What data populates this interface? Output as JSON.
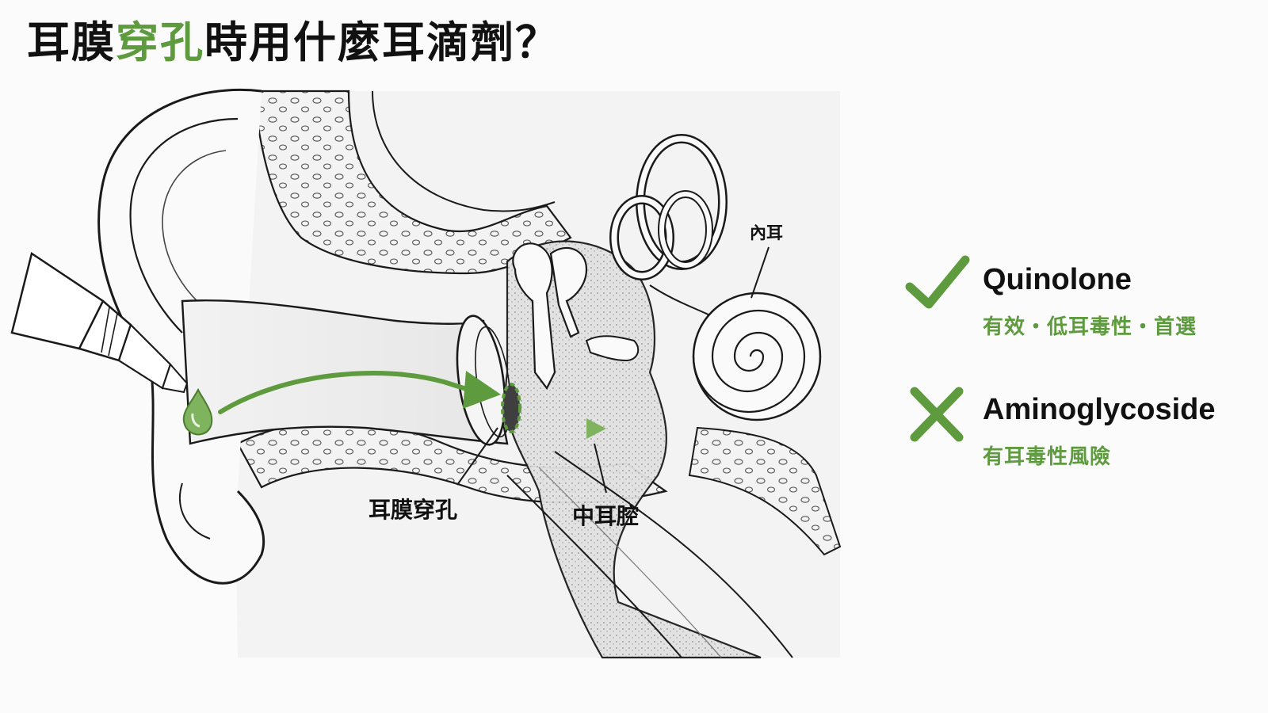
{
  "title": {
    "part1": "耳膜",
    "accent": "穿孔",
    "part2": "時用什麼耳滴劑？"
  },
  "labels": {
    "perforation": "耳膜穿孔",
    "middle_ear": "中耳腔",
    "inner_ear": "內耳"
  },
  "options": [
    {
      "name": "Quinolone",
      "desc": "有效・低耳毒性・首選",
      "icon": "check-icon",
      "status": "recommended"
    },
    {
      "name": "Aminoglycoside",
      "desc": "有耳毒性風險",
      "icon": "x-icon",
      "status": "avoid"
    }
  ],
  "colors": {
    "accent": "#5e9a3e",
    "line": "#1a1a1a",
    "tissue": "#eeeeee",
    "bone": "#f6f6f6"
  }
}
